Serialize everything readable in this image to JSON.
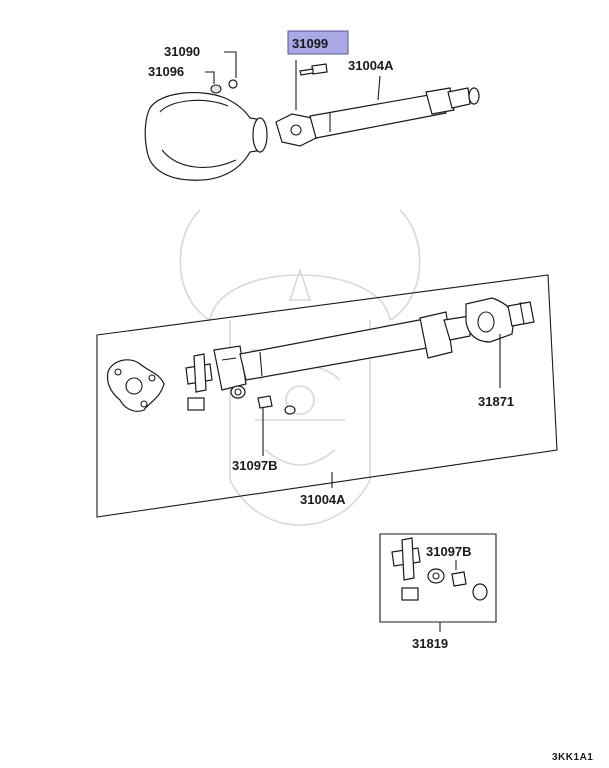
{
  "diagram": {
    "highlight_color": "#a9a9e8",
    "labels": {
      "p31090": "31090",
      "p31096": "31096",
      "p31099": "31099",
      "p31004a_top": "31004A",
      "p31871": "31871",
      "p31097b_mid": "31097B",
      "p31004a_mid": "31004A",
      "p31097b_kit": "31097B",
      "p31819": "31819"
    },
    "code": "3KK1A1",
    "watermark_icon": "samurai-helmet-icon"
  }
}
